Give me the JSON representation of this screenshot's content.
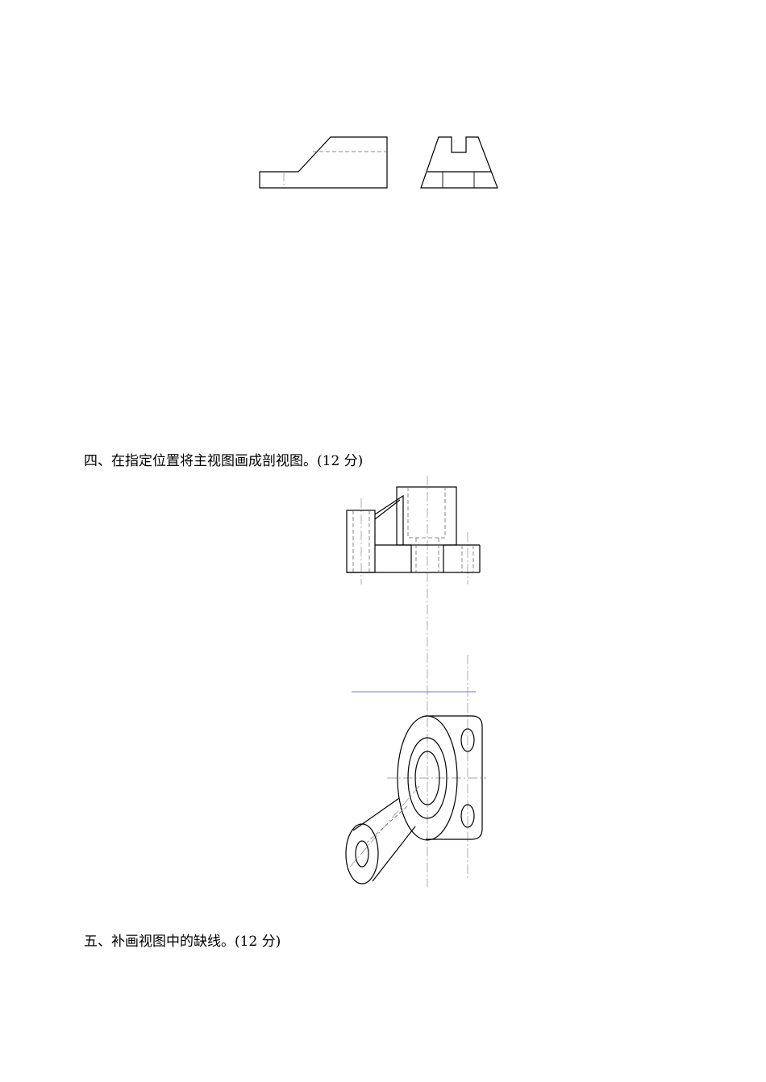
{
  "questions": [
    {
      "id": "q4",
      "text": "四、在指定位置将主视图画成剖视图。(12 分)"
    },
    {
      "id": "q5",
      "text": "五、补画视图中的缺线。(12 分)"
    }
  ]
}
